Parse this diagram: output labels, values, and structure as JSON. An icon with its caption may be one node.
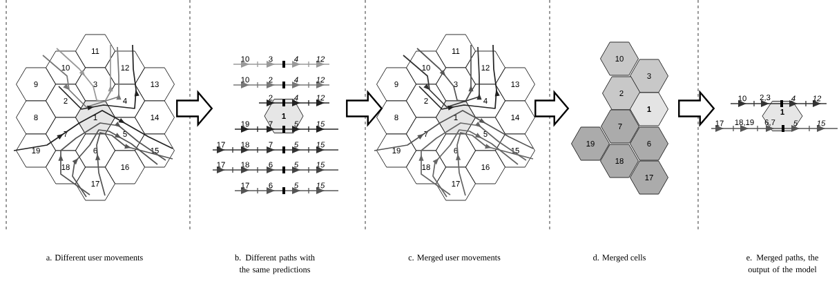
{
  "diagram": {
    "nodes": [
      {
        "text": [
          "a. Different user movements"
        ]
      },
      {
        "text": [
          "11"
        ],
        "in": 0
      },
      {
        "text": [
          "10"
        ],
        "in": 0
      },
      {
        "text": [
          "12"
        ],
        "in": 0
      },
      {
        "text": [
          "9"
        ],
        "in": 0
      },
      {
        "text": [
          "3"
        ],
        "in": 0
      },
      {
        "text": [
          "13"
        ],
        "in": 0
      },
      {
        "text": [
          "2"
        ],
        "in": 0
      },
      {
        "text": [
          "4"
        ],
        "in": 0
      },
      {
        "text": [
          "8"
        ],
        "in": 0
      },
      {
        "text": [
          "1"
        ],
        "in": 0
      },
      {
        "text": [
          "14"
        ],
        "in": 0
      },
      {
        "text": [
          "7"
        ],
        "in": 0
      },
      {
        "text": [
          "5"
        ],
        "in": 0
      },
      {
        "text": [
          "19"
        ],
        "in": 0
      },
      {
        "text": [
          "6"
        ],
        "in": 0
      },
      {
        "text": [
          "15"
        ],
        "in": 0
      },
      {
        "text": [
          "18"
        ],
        "in": 0
      },
      {
        "text": [
          "16"
        ],
        "in": 0
      },
      {
        "text": [
          "17"
        ],
        "in": 0
      },
      {
        "text": [
          "b. Different paths with the same predictions"
        ]
      },
      {
        "text": [
          "1"
        ],
        "in": 20
      },
      {
        "text": [
          "c. Merged user movements"
        ]
      },
      {
        "text": [
          "11"
        ],
        "in": 22
      },
      {
        "text": [
          "10"
        ],
        "in": 22
      },
      {
        "text": [
          "12"
        ],
        "in": 22
      },
      {
        "text": [
          "9"
        ],
        "in": 22
      },
      {
        "text": [
          "3"
        ],
        "in": 22
      },
      {
        "text": [
          "13"
        ],
        "in": 22
      },
      {
        "text": [
          "2"
        ],
        "in": 22
      },
      {
        "text": [
          "4"
        ],
        "in": 22
      },
      {
        "text": [
          "8"
        ],
        "in": 22
      },
      {
        "text": [
          "1"
        ],
        "in": 22
      },
      {
        "text": [
          "14"
        ],
        "in": 22
      },
      {
        "text": [
          "7"
        ],
        "in": 22
      },
      {
        "text": [
          "5"
        ],
        "in": 22
      },
      {
        "text": [
          "19"
        ],
        "in": 22
      },
      {
        "text": [
          "6"
        ],
        "in": 22
      },
      {
        "text": [
          "15"
        ],
        "in": 22
      },
      {
        "text": [
          "18"
        ],
        "in": 22
      },
      {
        "text": [
          "16"
        ],
        "in": 22
      },
      {
        "text": [
          "17"
        ],
        "in": 22
      },
      {
        "text": [
          "d. Merged cells"
        ]
      },
      {
        "text": [
          "10"
        ],
        "in": 42
      },
      {
        "text": [
          "3"
        ],
        "in": 42
      },
      {
        "text": [
          "2"
        ],
        "in": 42
      },
      {
        "text": [
          "1"
        ],
        "in": 42
      },
      {
        "text": [
          "7"
        ],
        "in": 42
      },
      {
        "text": [
          "19"
        ],
        "in": 42
      },
      {
        "text": [
          "6"
        ],
        "in": 42
      },
      {
        "text": [
          "18"
        ],
        "in": 42
      },
      {
        "text": [
          "17"
        ],
        "in": 42
      },
      {
        "text": [
          "e. Merged paths, the output of the model"
        ]
      },
      {
        "text": [
          "1"
        ],
        "in": 52
      }
    ],
    "edges": [
      {
        "from": 0,
        "to": 20,
        "arrow": "to"
      },
      {
        "from": 20,
        "to": 22,
        "arrow": "to"
      },
      {
        "from": 22,
        "to": 42,
        "arrow": "to"
      },
      {
        "from": 42,
        "to": 52,
        "arrow": "to"
      }
    ],
    "labels": [
      "10",
      "3",
      "4",
      "12",
      "10",
      "2",
      "4",
      "12",
      "2",
      "4",
      "12",
      "19",
      "7",
      "5",
      "15",
      "17",
      "18",
      "7",
      "5",
      "15",
      "17",
      "18",
      "6",
      "5",
      "15",
      "17",
      "6",
      "5",
      "15",
      "10",
      "2,3",
      "4",
      "12",
      "17",
      "18,19",
      "6,7",
      "5",
      "15"
    ]
  }
}
